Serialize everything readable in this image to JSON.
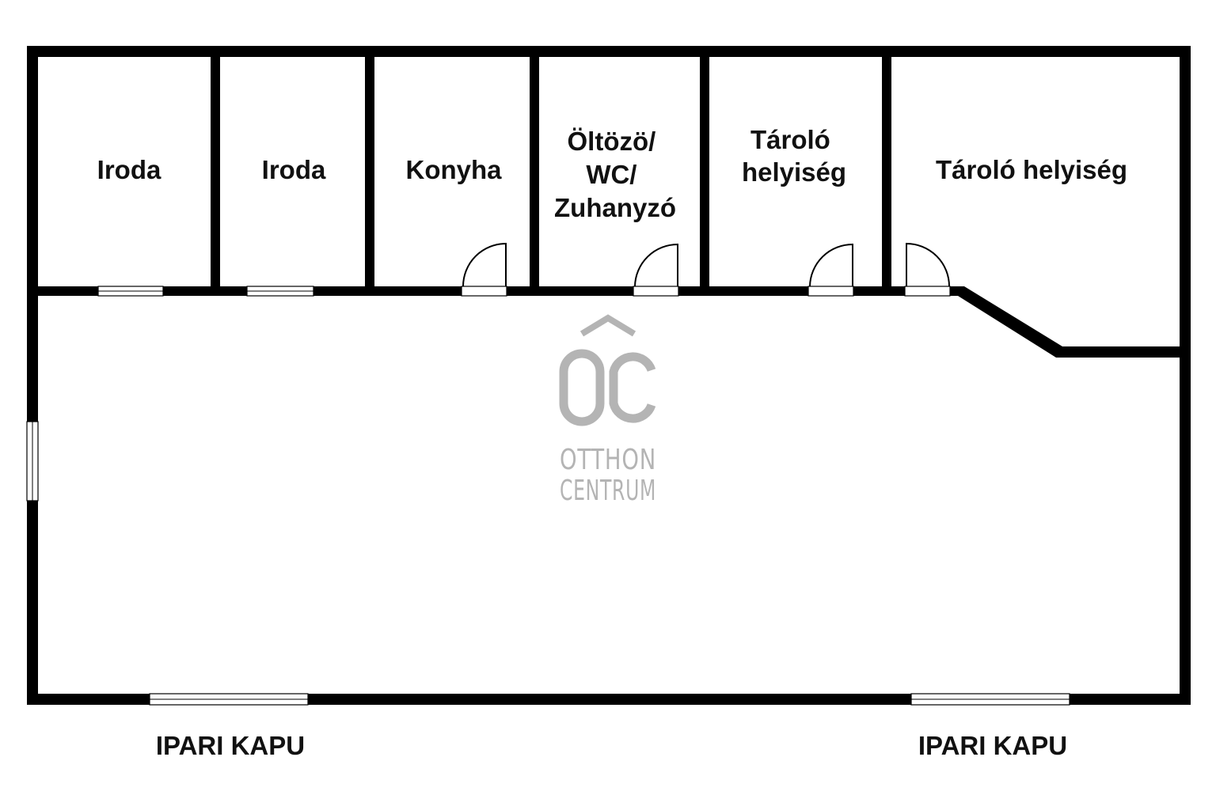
{
  "floorplan": {
    "rooms": [
      {
        "id": "iroda-1",
        "lines": [
          "Iroda"
        ]
      },
      {
        "id": "iroda-2",
        "lines": [
          "Iroda"
        ]
      },
      {
        "id": "konyha",
        "lines": [
          "Konyha"
        ]
      },
      {
        "id": "oltozo",
        "lines": [
          "Öltözö/",
          "WC/",
          "Zuhanyzó"
        ]
      },
      {
        "id": "tarolo-1",
        "lines": [
          "Tároló",
          "helyiség"
        ]
      },
      {
        "id": "tarolo-2",
        "lines": [
          "Tároló helyiség"
        ]
      }
    ],
    "gates": [
      "IPARI KAPU",
      "IPARI KAPU"
    ]
  },
  "watermark": {
    "line1": "OTTHON",
    "line2": "CENTRUM",
    "color": "#b4b4b4"
  },
  "colors": {
    "wall": "#000000",
    "background": "#ffffff",
    "text": "#111111"
  }
}
